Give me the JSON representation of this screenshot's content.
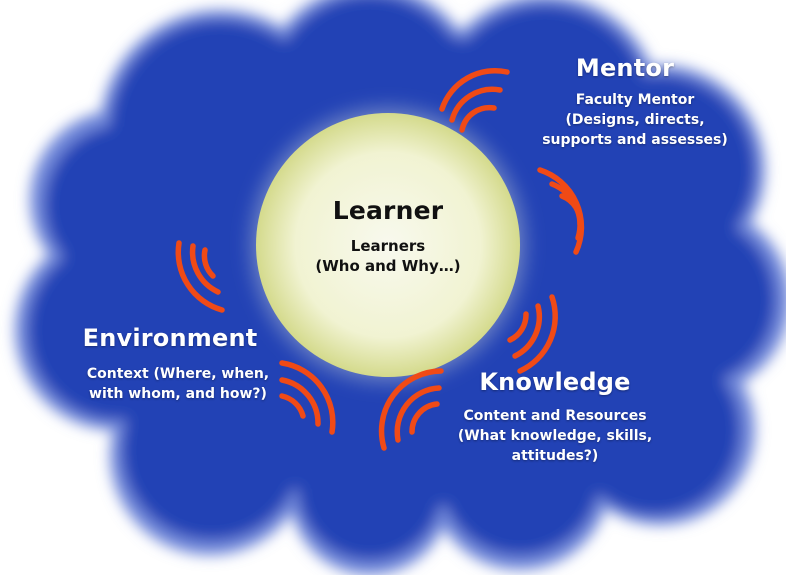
{
  "colors": {
    "cloud": "#1f3fb4",
    "cloud_glow": "#6e86d8",
    "sun_center": "#f7f8ea",
    "sun_edge": "#d9df9a",
    "waves": "#f04a16"
  },
  "learner": {
    "title": "Learner",
    "line1": "Learners",
    "line2": "(Who and Why…)"
  },
  "mentor": {
    "title": "Mentor",
    "line1": "Faculty Mentor",
    "line2": "(Designs, directs,",
    "line3": "supports and assesses)"
  },
  "environment": {
    "title": "Environment",
    "line1": "Context (Where, when,",
    "line2": "with whom, and how?)"
  },
  "knowledge": {
    "title": "Knowledge",
    "line1": "Content and Resources",
    "line2": "(What knowledge, skills,",
    "line3": "attitudes?)"
  }
}
